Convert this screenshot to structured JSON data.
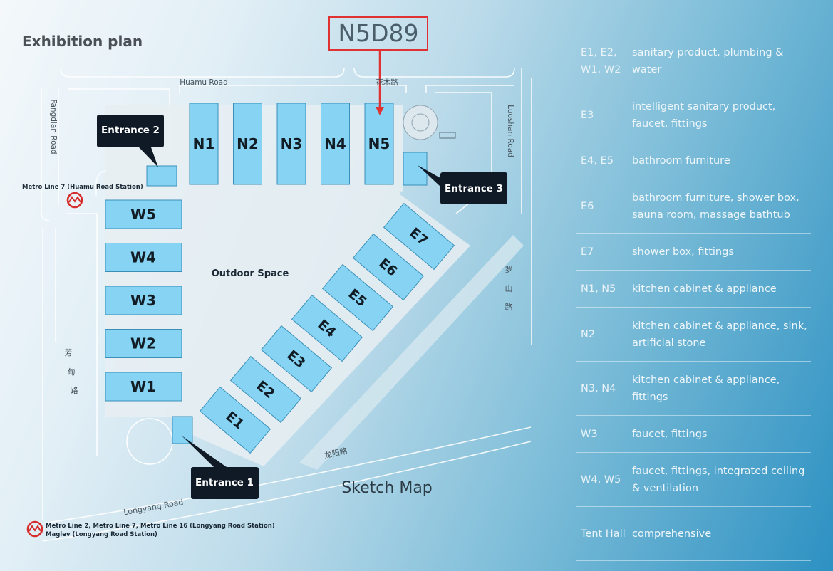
{
  "header": {
    "title": "Exhibition plan"
  },
  "highlight": {
    "booth": "N5D89"
  },
  "map": {
    "roads": {
      "huamu": "Huamu Road",
      "huamu_cn": "花木路",
      "fangdian": "Fangdian Road",
      "fangdian_cn": [
        "芳",
        "甸",
        "路"
      ],
      "luoshan": "Luoshan Road",
      "luoshan_cn": [
        "罗",
        "山",
        "路"
      ],
      "longyang": "Longyang Road",
      "longyang_cn": "龙阳路"
    },
    "halls": {
      "north": [
        "N1",
        "N2",
        "N3",
        "N4",
        "N5"
      ],
      "west": [
        "W5",
        "W4",
        "W3",
        "W2",
        "W1"
      ],
      "east": [
        "E1",
        "E2",
        "E3",
        "E4",
        "E5",
        "E6",
        "E7"
      ]
    },
    "entrances": [
      "Entrance 1",
      "Entrance 2",
      "Entrance 3"
    ],
    "outdoor": "Outdoor Space",
    "sketch": "Sketch Map",
    "metro_top": "Metro Line 7 (Huamu Road Station)",
    "metro_bottom_line1": "Metro Line 2, Metro Line 7, Metro Line 16 (Longyang Road Station)",
    "metro_bottom_line2": "Maglev (Longyang Road Station)",
    "colors": {
      "hall": "#86d3f4",
      "hall_stroke": "#3a8fb8",
      "callout": "#0f1a26",
      "arrow": "#e03232"
    }
  },
  "legend": [
    {
      "key": "E1, E2, W1, W2",
      "desc": "sanitary product, plumbing & water"
    },
    {
      "key": "E3",
      "desc": "intelligent sanitary product, faucet, fittings"
    },
    {
      "key": "E4, E5",
      "desc": "bathroom furniture"
    },
    {
      "key": "E6",
      "desc": "bathroom furniture, shower box, sauna room, massage bathtub"
    },
    {
      "key": "E7",
      "desc": "shower box, fittings"
    },
    {
      "key": "N1, N5",
      "desc": "kitchen cabinet & appliance"
    },
    {
      "key": "N2",
      "desc": "kitchen cabinet & appliance, sink, artificial stone"
    },
    {
      "key": "N3, N4",
      "desc": "kitchen cabinet & appliance, fittings"
    },
    {
      "key": "W3",
      "desc": "faucet, fittings"
    },
    {
      "key": "W4, W5",
      "desc": "faucet, fittings, integrated ceiling & ventilation"
    },
    {
      "key": "Tent Hall",
      "desc": "comprehensive"
    }
  ]
}
